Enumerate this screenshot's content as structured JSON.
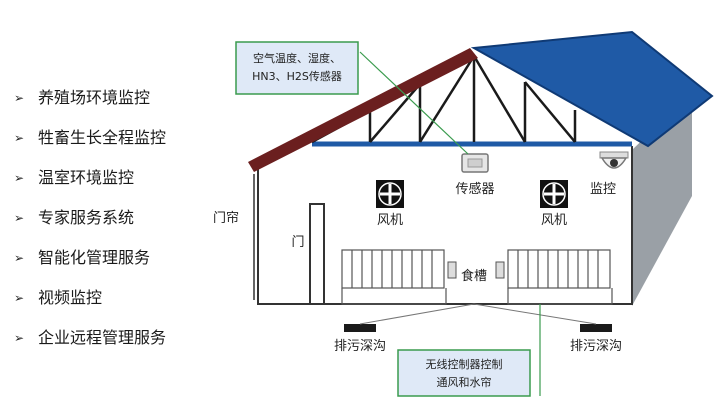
{
  "menu": {
    "items": [
      {
        "label": "养殖场环境监控"
      },
      {
        "label": "牲畜生长全程监控"
      },
      {
        "label": "温室环境监控"
      },
      {
        "label": "专家服务系统"
      },
      {
        "label": "智能化管理服务"
      },
      {
        "label": "视频监控"
      },
      {
        "label": "企业远程管理服务"
      }
    ],
    "bullet_glyph": "➢"
  },
  "diagram": {
    "callout_sensor": {
      "line1": "空气温度、湿度、",
      "line2": "HN3、H2S传感器"
    },
    "callout_controller": {
      "line1": "无线控制器控制",
      "line2": "通风和水帘"
    },
    "labels": {
      "sensor": "传感器",
      "camera": "监控",
      "fan": "风机",
      "curtain": "门帘",
      "door": "门",
      "trough": "食槽",
      "drain": "排污深沟"
    },
    "colors": {
      "roof_blue": "#1f5aa6",
      "roof_brown": "#6b1f1f",
      "wall_grey": "#9aa0a6",
      "callout_fill": "#dfe9f7",
      "callout_border": "#3a9b4e"
    },
    "icons": {
      "fan": "fan-icon",
      "sensor": "sensor-icon",
      "camera": "camera-icon"
    }
  }
}
